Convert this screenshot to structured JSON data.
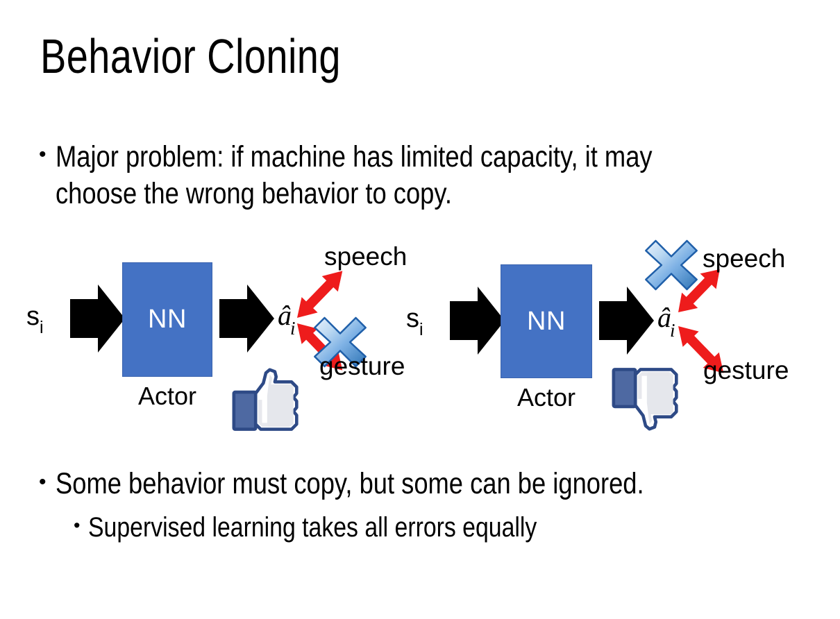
{
  "slide": {
    "title": "Behavior Cloning",
    "background_color": "#FFFFFF",
    "text_color": "#000000"
  },
  "bullets": {
    "top": {
      "marker": "•",
      "text": "Major problem: if machine has limited capacity, it may choose the wrong behavior to copy."
    },
    "middle": {
      "marker": "•",
      "text": "Some behavior must copy, but some can be ignored."
    },
    "sub": {
      "marker": "•",
      "text": "Supervised learning takes all errors equally"
    }
  },
  "colors": {
    "nn_box_fill": "#4472C4",
    "nn_box_border": "#3A63AE",
    "arrow_black": "#000000",
    "arrow_red": "#EE1C1C",
    "x_blue_light": "#DCEBFA",
    "x_blue_mid": "#7FB2E5",
    "x_blue_dark": "#2E74B5",
    "x_outline": "#1F5FA9",
    "thumb_outline": "#3B5998",
    "thumb_fill": "#FFFFFF",
    "thumb_shade": "#E4E6EB",
    "thumb_cuff": "#4E69A2"
  },
  "diagrams": [
    {
      "id": "left",
      "state_label": "s",
      "state_subscript": "i",
      "nn_label": "NN",
      "nn_caption": "Actor",
      "action_label": "â",
      "action_subscript": "i",
      "outputs": [
        {
          "name": "speech",
          "label": "speech",
          "direction": "up-right",
          "crossed_out": false
        },
        {
          "name": "gesture",
          "label": "gesture",
          "direction": "down-right",
          "crossed_out": true
        }
      ],
      "verdict_icon": "thumbs-up-icon",
      "verdict": "approved"
    },
    {
      "id": "right",
      "state_label": "s",
      "state_subscript": "i",
      "nn_label": "NN",
      "nn_caption": "Actor",
      "action_label": "â",
      "action_subscript": "i",
      "outputs": [
        {
          "name": "speech",
          "label": "speech",
          "direction": "up-right",
          "crossed_out": true
        },
        {
          "name": "gesture",
          "label": "gesture",
          "direction": "down-right",
          "crossed_out": false
        }
      ],
      "verdict_icon": "thumbs-down-icon",
      "verdict": "rejected"
    }
  ]
}
